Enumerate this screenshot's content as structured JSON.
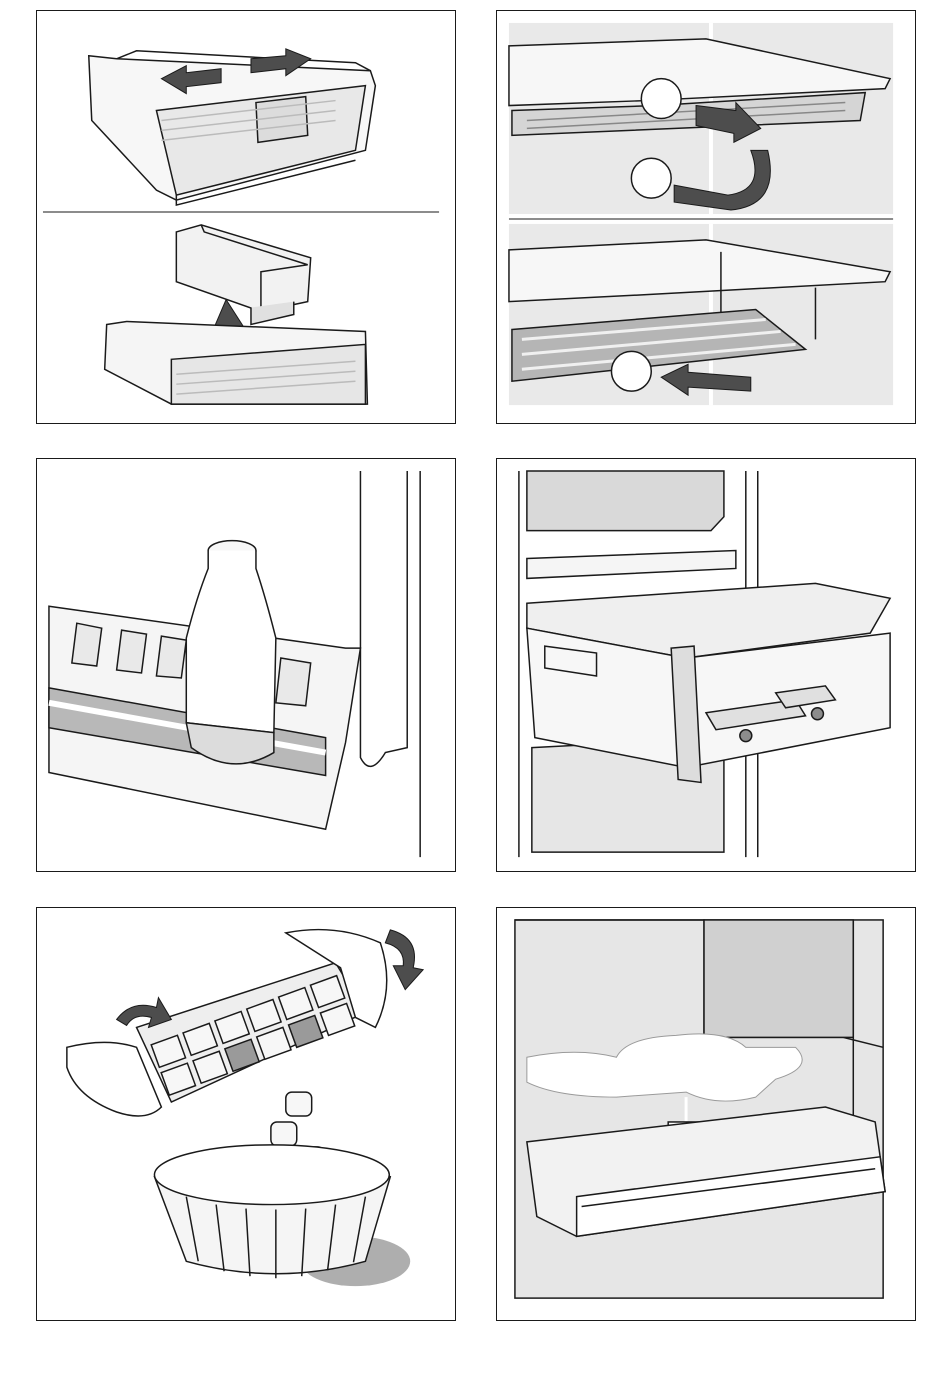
{
  "page": {
    "panels": [
      {
        "id": "crisper-divider",
        "caption": ""
      },
      {
        "id": "glass-shelf-removal",
        "caption": "",
        "step_labels": [
          "",
          "",
          ""
        ]
      },
      {
        "id": "door-bottle-shelf",
        "caption": ""
      },
      {
        "id": "freezer-drawer",
        "caption": ""
      },
      {
        "id": "ice-cube-tray",
        "caption": ""
      },
      {
        "id": "defrost-water-collection",
        "caption": ""
      }
    ]
  },
  "colors": {
    "line": "#1a1a1a",
    "fill_light": "#f2f2f2",
    "fill_mid": "#d9d9d9",
    "fill_dark": "#8c8c8c",
    "arrow": "#4d4d4d",
    "background": "#ffffff"
  },
  "icons": {
    "arrow_style": "thick-dark-gray-block-arrow",
    "step_marker": "white-circle"
  }
}
